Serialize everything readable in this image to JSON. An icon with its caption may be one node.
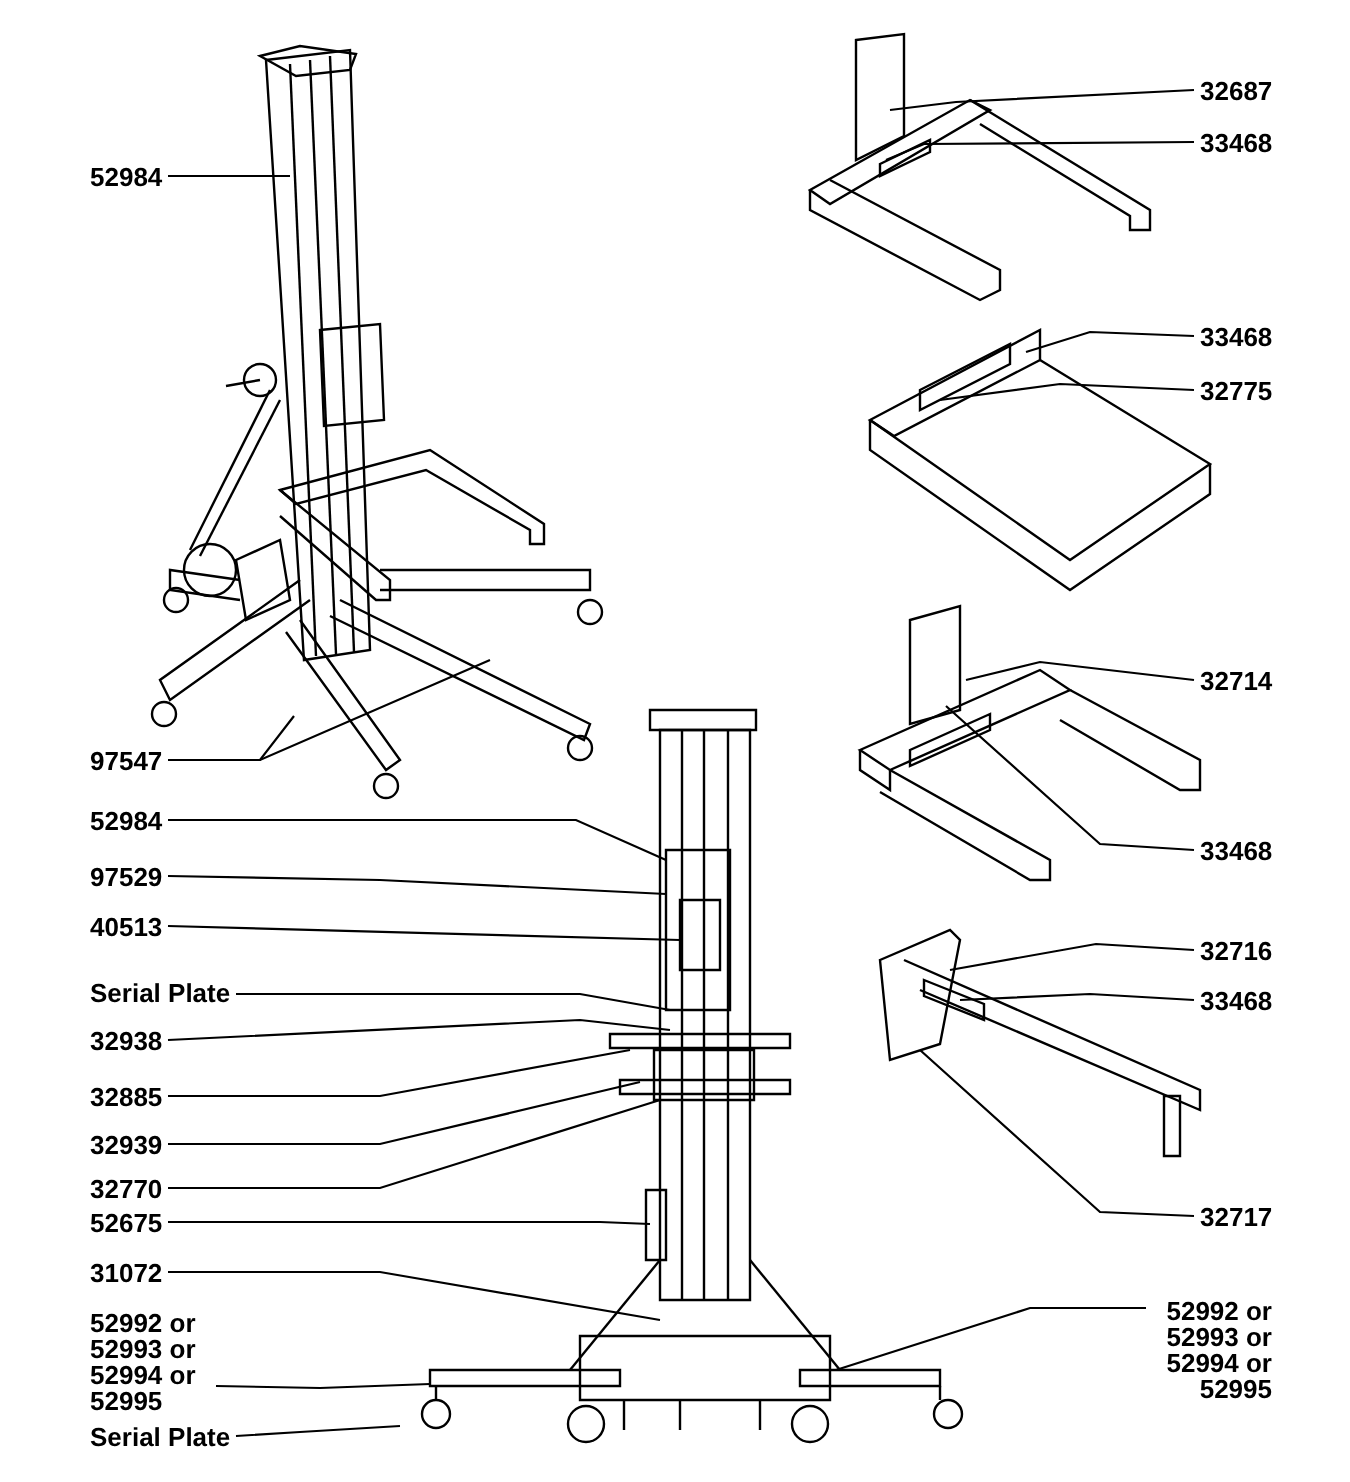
{
  "diagram": {
    "nodes": [
      {
        "text": [
          "52984"
        ]
      },
      {
        "text": [
          "97547"
        ]
      },
      {
        "text": [
          "32687"
        ]
      },
      {
        "text": [
          "33468"
        ]
      },
      {
        "text": [
          "33468"
        ]
      },
      {
        "text": [
          "32775"
        ]
      },
      {
        "text": [
          "32714"
        ]
      },
      {
        "text": [
          "33468"
        ]
      },
      {
        "text": [
          "32716"
        ]
      },
      {
        "text": [
          "33468"
        ]
      },
      {
        "text": [
          "32717"
        ]
      },
      {
        "text": [
          "52984"
        ]
      },
      {
        "text": [
          "97529"
        ]
      },
      {
        "text": [
          "40513"
        ]
      },
      {
        "text": [
          "Serial Plate"
        ]
      },
      {
        "text": [
          "32938"
        ]
      },
      {
        "text": [
          "32885"
        ]
      },
      {
        "text": [
          "32939"
        ]
      },
      {
        "text": [
          "32770"
        ]
      },
      {
        "text": [
          "52675"
        ]
      },
      {
        "text": [
          "31072"
        ]
      },
      {
        "text": [
          "52992 or 52993 or 52994 or 52995"
        ]
      },
      {
        "text": [
          "Serial Plate"
        ]
      },
      {
        "text": [
          "52992 or 52993 or 52994 or 52995"
        ]
      }
    ],
    "edges": [
      {
        "from": 0,
        "to": null,
        "arrow": "none"
      },
      {
        "from": 1,
        "to": null,
        "arrow": "none"
      },
      {
        "from": 1,
        "to": null,
        "arrow": "none"
      },
      {
        "from": 2,
        "to": null,
        "arrow": "none"
      },
      {
        "from": 3,
        "to": null,
        "arrow": "none"
      },
      {
        "from": 4,
        "to": null,
        "arrow": "none"
      },
      {
        "from": 5,
        "to": null,
        "arrow": "none"
      },
      {
        "from": 6,
        "to": null,
        "arrow": "none"
      },
      {
        "from": 7,
        "to": null,
        "arrow": "none"
      },
      {
        "from": 8,
        "to": null,
        "arrow": "none"
      },
      {
        "from": 9,
        "to": null,
        "arrow": "none"
      },
      {
        "from": 10,
        "to": null,
        "arrow": "none"
      },
      {
        "from": 11,
        "to": null,
        "arrow": "none"
      },
      {
        "from": 12,
        "to": null,
        "arrow": "none"
      },
      {
        "from": 13,
        "to": null,
        "arrow": "none"
      },
      {
        "from": 14,
        "to": null,
        "arrow": "none"
      },
      {
        "from": 15,
        "to": null,
        "arrow": "none"
      },
      {
        "from": 16,
        "to": null,
        "arrow": "none"
      },
      {
        "from": 17,
        "to": null,
        "arrow": "none"
      },
      {
        "from": 18,
        "to": null,
        "arrow": "none"
      },
      {
        "from": 19,
        "to": null,
        "arrow": "none"
      },
      {
        "from": 20,
        "to": null,
        "arrow": "none"
      },
      {
        "from": 21,
        "to": null,
        "arrow": "none"
      },
      {
        "from": 22,
        "to": null,
        "arrow": "none"
      },
      {
        "from": 23,
        "to": null,
        "arrow": "none"
      }
    ]
  }
}
